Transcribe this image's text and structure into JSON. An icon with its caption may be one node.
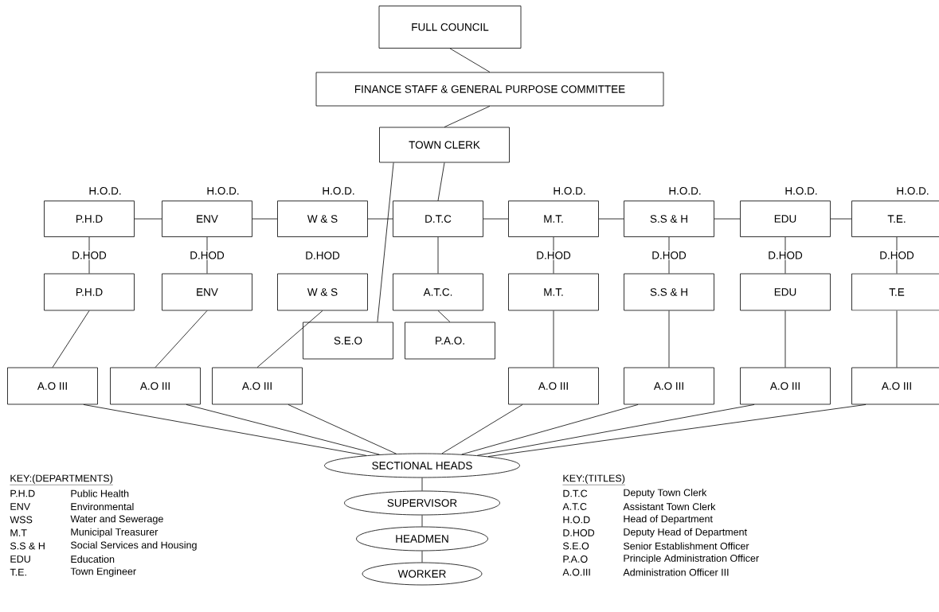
{
  "diagram": {
    "nodes": [
      {
        "text": [
          "FULL COUNCIL"
        ]
      },
      {
        "text": [
          "FINANCE STAFF & GENERAL PURPOSE COMMITTEE"
        ]
      },
      {
        "text": [
          "TOWN CLERK"
        ]
      },
      {
        "text": [
          "P.H.D"
        ],
        "beside": [
          "H.O.D."
        ]
      },
      {
        "text": [
          "ENV"
        ],
        "beside": [
          "H.O.D."
        ]
      },
      {
        "text": [
          "W & S"
        ],
        "beside": [
          "H.O.D."
        ]
      },
      {
        "text": [
          "D.T.C"
        ]
      },
      {
        "text": [
          "M.T."
        ],
        "beside": [
          "H.O.D."
        ]
      },
      {
        "text": [
          "S.S & H"
        ],
        "beside": [
          "H.O.D."
        ]
      },
      {
        "text": [
          "EDU"
        ],
        "beside": [
          "H.O.D."
        ]
      },
      {
        "text": [
          "T.E."
        ],
        "beside": [
          "H.O.D."
        ]
      },
      {
        "text": [
          "P.H.D"
        ]
      },
      {
        "text": [
          "ENV"
        ]
      },
      {
        "text": [
          "W & S"
        ]
      },
      {
        "text": [
          "A.T.C."
        ]
      },
      {
        "text": [
          "M.T."
        ]
      },
      {
        "text": [
          "S.S & H"
        ]
      },
      {
        "text": [
          "EDU"
        ]
      },
      {
        "text": [
          "T.E"
        ]
      },
      {
        "text": [
          "S.E.O"
        ]
      },
      {
        "text": [
          "P.A.O."
        ]
      },
      {
        "text": [
          "A.O III"
        ]
      },
      {
        "text": [
          "A.O III"
        ]
      },
      {
        "text": [
          "A.O III"
        ]
      },
      {
        "text": [
          "A.O III"
        ]
      },
      {
        "text": [
          "A.O III"
        ]
      },
      {
        "text": [
          "A.O III"
        ]
      },
      {
        "text": [
          "A.O III"
        ]
      },
      {
        "text": [
          "SECTIONAL HEADS"
        ]
      },
      {
        "text": [
          "SUPERVISOR"
        ]
      },
      {
        "text": [
          "HEADMEN"
        ]
      },
      {
        "text": [
          "WORKER"
        ]
      }
    ],
    "edges": [
      {
        "from": 0,
        "to": 1,
        "arrow": "none"
      },
      {
        "from": 1,
        "to": 2,
        "arrow": "none"
      },
      {
        "from": 2,
        "to": 6,
        "arrow": "none"
      },
      {
        "from": 2,
        "to": 19,
        "arrow": "none"
      },
      {
        "from": 3,
        "to": 4,
        "arrow": "none"
      },
      {
        "from": 4,
        "to": 5,
        "arrow": "none"
      },
      {
        "from": 5,
        "to": 6,
        "arrow": "none"
      },
      {
        "from": 6,
        "to": 7,
        "arrow": "none"
      },
      {
        "from": 7,
        "to": 8,
        "arrow": "none"
      },
      {
        "from": 8,
        "to": 9,
        "arrow": "none"
      },
      {
        "from": 9,
        "to": 10,
        "arrow": "none"
      },
      {
        "from": 3,
        "to": 11,
        "arrow": "none",
        "label": "D.HOD"
      },
      {
        "from": 4,
        "to": 12,
        "arrow": "none",
        "label": "D.HOD"
      },
      {
        "from": 6,
        "to": 14,
        "arrow": "none"
      },
      {
        "from": 14,
        "to": 20,
        "arrow": "none"
      },
      {
        "from": 7,
        "to": 15,
        "arrow": "none",
        "label": "D.HOD"
      },
      {
        "from": 8,
        "to": 16,
        "arrow": "none",
        "label": "D.HOD"
      },
      {
        "from": 9,
        "to": 17,
        "arrow": "none",
        "label": "D.HOD"
      },
      {
        "from": 10,
        "to": 18,
        "arrow": "none",
        "label": "D.HOD"
      },
      {
        "from": 11,
        "to": 21,
        "arrow": "none"
      },
      {
        "from": 12,
        "to": 22,
        "arrow": "none"
      },
      {
        "from": 13,
        "to": 23,
        "arrow": "none"
      },
      {
        "from": 15,
        "to": 24,
        "arrow": "none"
      },
      {
        "from": 16,
        "to": 25,
        "arrow": "none"
      },
      {
        "from": 17,
        "to": 26,
        "arrow": "none"
      },
      {
        "from": 18,
        "to": 27,
        "arrow": "none"
      },
      {
        "from": 21,
        "to": 28,
        "arrow": "none"
      },
      {
        "from": 22,
        "to": 28,
        "arrow": "none"
      },
      {
        "from": 23,
        "to": 28,
        "arrow": "none"
      },
      {
        "from": 24,
        "to": 28,
        "arrow": "none"
      },
      {
        "from": 25,
        "to": 28,
        "arrow": "none"
      },
      {
        "from": 26,
        "to": 28,
        "arrow": "none"
      },
      {
        "from": 27,
        "to": 28,
        "arrow": "none"
      },
      {
        "from": 28,
        "to": 29,
        "arrow": "none"
      },
      {
        "from": 29,
        "to": 30,
        "arrow": "none"
      },
      {
        "from": 30,
        "to": 31,
        "arrow": "none"
      }
    ],
    "labels": [
      "D.HOD",
      "KEY:(DEPARTMENTS)",
      "P.H.D",
      "Public Health",
      "ENV",
      "Environmental",
      "WSS",
      "Water and Sewerage",
      "M.T",
      "Municipal Treasurer",
      "S.S & H",
      "Social Services and Housing",
      "EDU",
      "Education",
      "T.E.",
      "Town Engineer",
      "KEY:(TITLES)",
      "D.T.C",
      "Deputy Town Clerk",
      "A.T.C",
      "Assistant Town Clerk",
      "H.O.D",
      "Head of Department",
      "D.HOD",
      "Deputy Head of Department",
      "S.E.O",
      "Senior Establishment Officer",
      "P.A.O",
      "Principle Administration Officer",
      "A.O.III",
      "Administration Officer III"
    ]
  }
}
